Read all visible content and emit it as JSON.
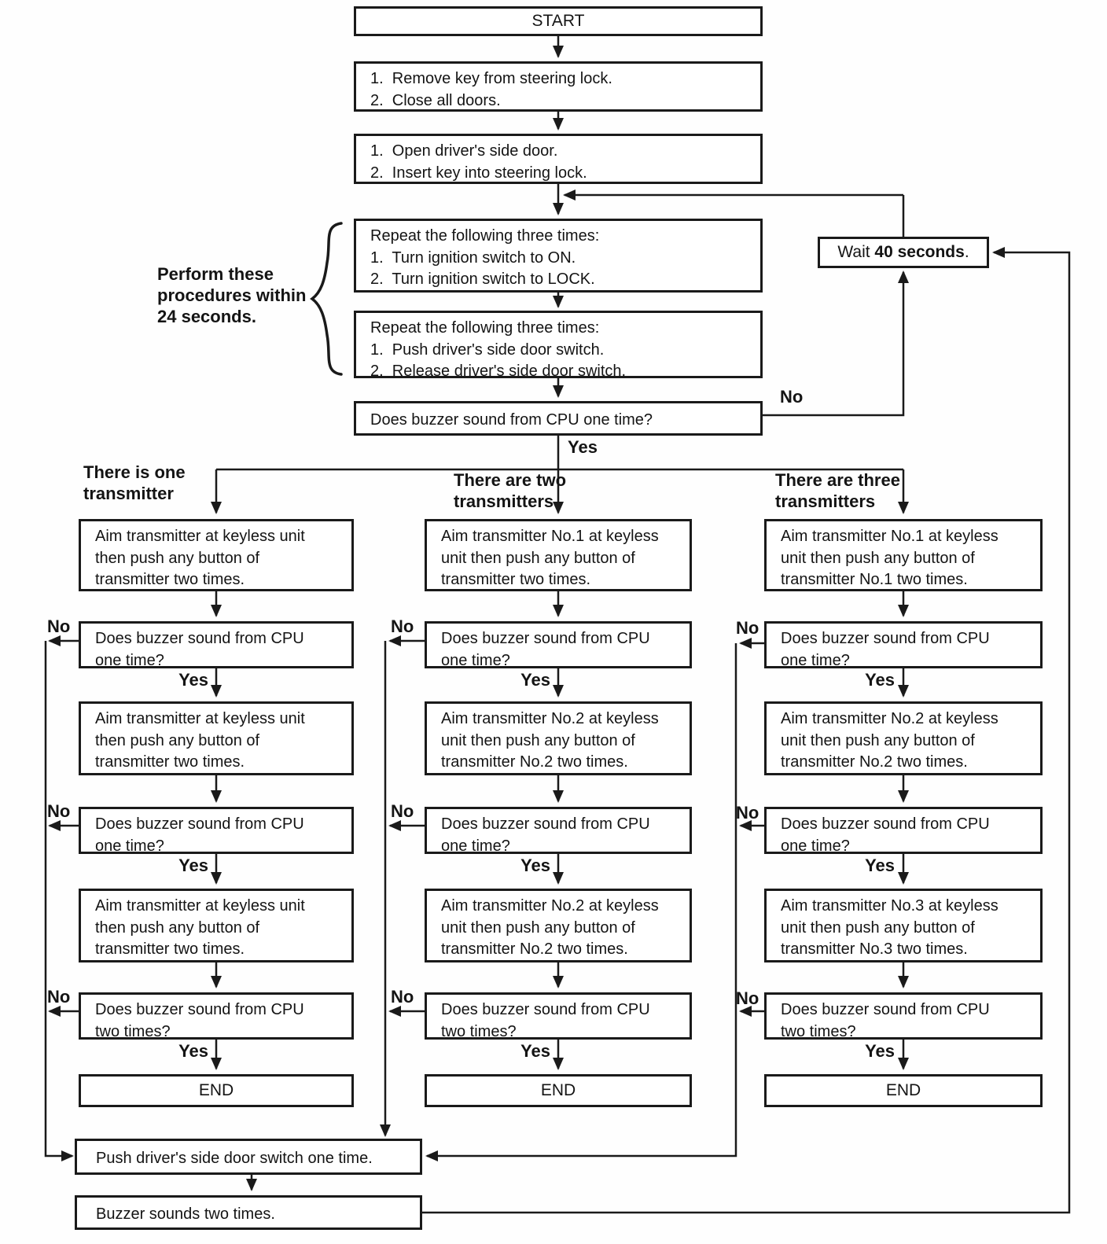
{
  "labels": {
    "start": "START",
    "end": "END",
    "yes": "Yes",
    "no": "No"
  },
  "note": "Perform these\nprocedures within\n24 seconds.",
  "wait": {
    "prefix": "Wait ",
    "bold": "40 seconds",
    "suffix": "."
  },
  "steps": {
    "remove_key": "1.  Remove key from steering lock.\n2.  Close all doors.",
    "open_door": "1.  Open driver's side door.\n2.  Insert key into steering lock.",
    "repeat_ignition": "Repeat the following three times:\n1.  Turn ignition switch to ON.\n2.  Turn ignition switch to LOCK.",
    "repeat_door": "Repeat the following three times:\n1.  Push driver's side door switch.\n2.  Release driver's side door switch.",
    "buzzer_once": "Does buzzer sound from CPU one time?",
    "push_once": "Push driver's side door switch one time.",
    "buzzer_twice": "Buzzer sounds two times."
  },
  "branches": [
    {
      "header": "There is one\ntransmitter",
      "aim1": "Aim transmitter at keyless unit\nthen push any button of\ntransmitter two times.",
      "q1": "Does buzzer sound from CPU\none time?",
      "aim2": "Aim transmitter at keyless unit\nthen push any button of\ntransmitter two times.",
      "q2": "Does buzzer sound from CPU\none time?",
      "aim3": "Aim transmitter at keyless unit\nthen push any button of\ntransmitter two times.",
      "q3": "Does buzzer sound from CPU\ntwo times?"
    },
    {
      "header": "There are two\ntransmitters",
      "aim1": "Aim transmitter No.1 at keyless\nunit then push any button of\ntransmitter two times.",
      "q1": "Does buzzer sound from CPU\none time?",
      "aim2": "Aim transmitter No.2 at keyless\nunit then push any button of\ntransmitter No.2 two times.",
      "q2": "Does buzzer sound from CPU\none time?",
      "aim3": "Aim transmitter No.2 at keyless\nunit then push any button of\ntransmitter No.2 two times.",
      "q3": "Does buzzer sound from CPU\ntwo times?"
    },
    {
      "header": "There are three\ntransmitters",
      "aim1": "Aim transmitter No.1 at keyless\nunit then push any button of\ntransmitter No.1 two times.",
      "q1": "Does buzzer sound from CPU\none time?",
      "aim2": "Aim transmitter No.2 at keyless\nunit then push any button of\ntransmitter No.2 two times.",
      "q2": "Does buzzer sound from CPU\none time?",
      "aim3": "Aim transmitter No.3 at keyless\nunit then push any button of\ntransmitter No.3 two times.",
      "q3": "Does buzzer sound from CPU\ntwo times?"
    }
  ]
}
